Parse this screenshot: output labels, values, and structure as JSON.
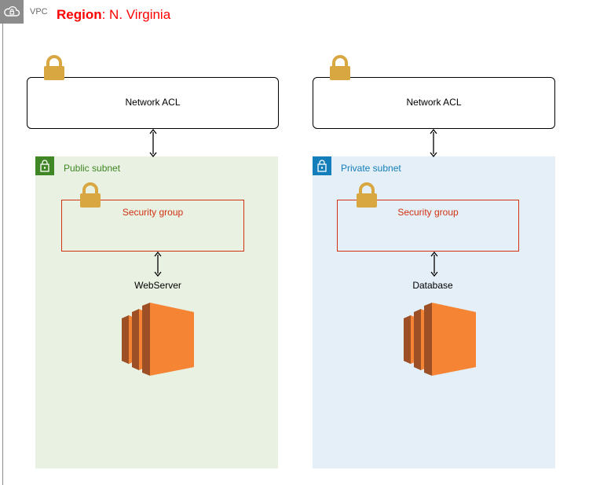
{
  "vpc": {
    "label": "VPC",
    "region_key": "Region",
    "region_value": ": N. Virginia",
    "border_color": "#8c8c8c"
  },
  "public": {
    "acl_label": "Network ACL",
    "subnet_title": "Public subnet",
    "subnet_color": "#3f8624",
    "sg_label": "Security group",
    "server_label": "WebServer"
  },
  "private": {
    "acl_label": "Network ACL",
    "subnet_title": "Private subnet",
    "subnet_color": "#147eba",
    "sg_label": "Security group",
    "server_label": "Database"
  },
  "colors": {
    "lock": "#d9a741",
    "ec2": "#f58534",
    "security_group": "#d13212"
  }
}
